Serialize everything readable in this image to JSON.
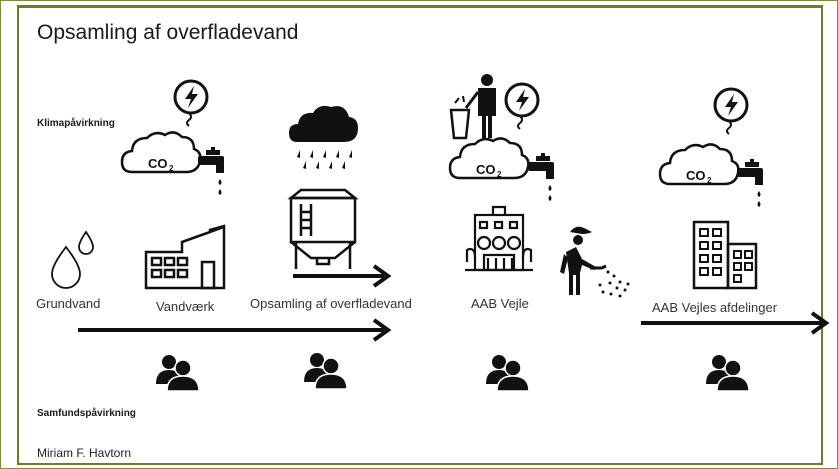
{
  "title": "Opsamling af overfladevand",
  "section_climate": "Klimapåvirkning",
  "section_society": "Samfundspåvirkning",
  "author": "Miriam F. Havtorn",
  "stages": [
    {
      "label": "Grundvand"
    },
    {
      "label": "Vandværk"
    },
    {
      "label": "Opsamling af overfladevand"
    },
    {
      "label": "AAB Vejle"
    },
    {
      "label": "AAB Vejles afdelinger"
    }
  ],
  "co2_label": "CO₂",
  "colors": {
    "frame_border": "#6b7d2f",
    "ink": "#111111"
  },
  "icons": [
    "water-drops-icon",
    "factory-icon",
    "water-tank-icon",
    "apartment-building-icon",
    "office-building-icon",
    "rain-cloud-icon",
    "electricity-icon",
    "co2-cloud-icon",
    "faucet-icon",
    "trash-person-icon",
    "gardener-icon",
    "people-group-icon",
    "arrow-right-icon"
  ]
}
